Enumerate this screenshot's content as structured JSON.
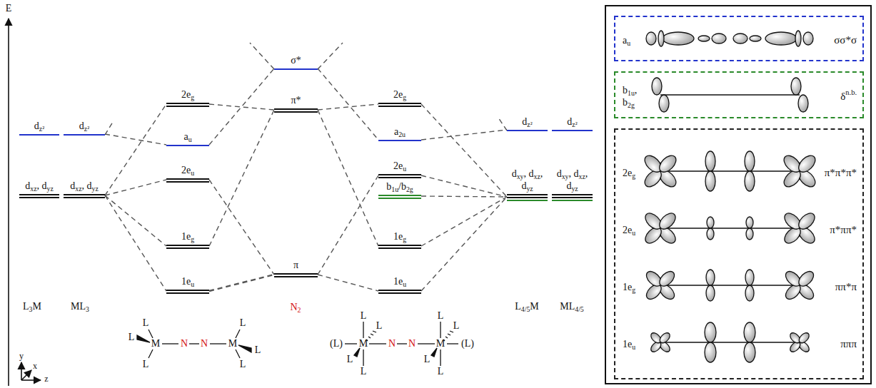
{
  "diagram": {
    "nodes": [
      {
        "text": [
          "dz²"
        ]
      },
      {
        "text": [
          "dz²"
        ]
      },
      {
        "text": [
          "dxz, dyz"
        ]
      },
      {
        "text": [
          "dxz, dyz"
        ]
      },
      {
        "text": [
          "2eg"
        ]
      },
      {
        "text": [
          "au"
        ]
      },
      {
        "text": [
          "2eu"
        ]
      },
      {
        "text": [
          "1eg"
        ]
      },
      {
        "text": [
          "1eu"
        ]
      },
      {
        "text": [
          "σ*"
        ]
      },
      {
        "text": [
          "π*"
        ]
      },
      {
        "text": [
          "π"
        ]
      },
      {
        "text": [
          "2eg"
        ]
      },
      {
        "text": [
          "a2u"
        ]
      },
      {
        "text": [
          "2eu"
        ]
      },
      {
        "text": [
          "b1u/b2g"
        ]
      },
      {
        "text": [
          "1eg"
        ]
      },
      {
        "text": [
          "1eu"
        ]
      },
      {
        "text": [
          "dz²"
        ]
      },
      {
        "text": [
          "dz²"
        ]
      },
      {
        "text": [
          "dxy, dxz, dyz"
        ]
      },
      {
        "text": [
          "dxy, dxz, dyz"
        ]
      },
      {
        "text": [
          "au",
          "σσ*σ"
        ]
      },
      {
        "text": [
          "b1u, b2g",
          "δn.b."
        ]
      },
      {
        "text": [
          "2eg",
          "π*π*π*",
          "2eu",
          "π*ππ*",
          "1eg",
          "ππ*π",
          "1eu",
          "πππ"
        ]
      }
    ],
    "edges": [
      {
        "from": 1,
        "to": 5,
        "arrow": "none"
      },
      {
        "from": 3,
        "to": 4,
        "arrow": "none"
      },
      {
        "from": 3,
        "to": 6,
        "arrow": "none"
      },
      {
        "from": 3,
        "to": 7,
        "arrow": "none"
      },
      {
        "from": 3,
        "to": 8,
        "arrow": "none"
      },
      {
        "from": 4,
        "to": 10,
        "arrow": "none"
      },
      {
        "from": 5,
        "to": 9,
        "arrow": "none"
      },
      {
        "from": 6,
        "to": 11,
        "arrow": "none"
      },
      {
        "from": 7,
        "to": 10,
        "arrow": "none"
      },
      {
        "from": 8,
        "to": 11,
        "arrow": "none"
      },
      {
        "from": 9,
        "to": 13,
        "arrow": "none"
      },
      {
        "from": 10,
        "to": 12,
        "arrow": "none"
      },
      {
        "from": 10,
        "to": 16,
        "arrow": "none"
      },
      {
        "from": 11,
        "to": 14,
        "arrow": "none"
      },
      {
        "from": 11,
        "to": 17,
        "arrow": "none"
      },
      {
        "from": 13,
        "to": 18,
        "arrow": "none"
      },
      {
        "from": 12,
        "to": 20,
        "arrow": "none"
      },
      {
        "from": 14,
        "to": 20,
        "arrow": "none"
      },
      {
        "from": 15,
        "to": 20,
        "arrow": "none"
      },
      {
        "from": 16,
        "to": 20,
        "arrow": "none"
      },
      {
        "from": 17,
        "to": 20,
        "arrow": "none"
      }
    ],
    "labels": [
      "E",
      "L3M",
      "ML3",
      "N2",
      "L4/5M",
      "ML4/5",
      "L",
      "L",
      "L",
      "M",
      "N",
      "N",
      "M",
      "L",
      "L",
      "L",
      "L",
      "L",
      "(L)",
      "M",
      "L",
      "L",
      "N",
      "N",
      "L",
      "L",
      "M",
      "(L)",
      "L",
      "L",
      "y",
      "x",
      "z"
    ]
  }
}
